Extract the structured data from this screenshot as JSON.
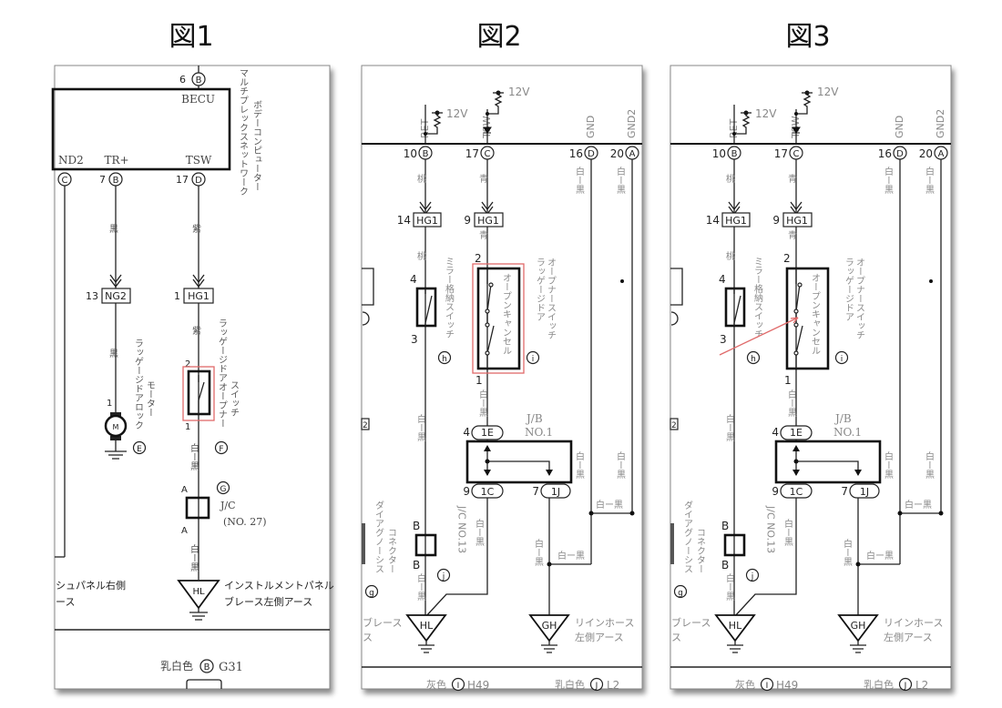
{
  "titles": [
    "図1",
    "図2",
    "図3"
  ],
  "fig1": {
    "pin_top": "6",
    "conn_top": "B",
    "ecu_label": "BECU",
    "term_left": "ND2",
    "term_mid": "TR+",
    "term_right": "TSW",
    "conn_left": "C",
    "pin_mid": "7",
    "conn_mid": "B",
    "pin_right": "17",
    "conn_right": "D",
    "ecu_name1": "マルチプレックスネットワーク",
    "ecu_name2": "ボデーコンピューター",
    "wire_black": "黒",
    "wire_purple": "紫",
    "pin_ng2": "13",
    "conn_ng2": "NG2",
    "pin_hg1": "1",
    "conn_hg1": "HG1",
    "motor_pin": "1",
    "motor_glyph": "M",
    "motor_id": "E",
    "motor_name1": "ラッゲージドアロック",
    "motor_name2": "モーター",
    "switch_pin_top": "2",
    "switch_pin_bottom": "1",
    "switch_id": "F",
    "switch_name1": "ラッゲージドアオープナー",
    "switch_name2": "スイッチ",
    "wire_wb": "白ー黒",
    "jc_id": "G",
    "jc_pin": "A",
    "jc_name1": "J/C",
    "jc_name2": "(NO. 27)",
    "ground_id": "HL",
    "ground_name1": "インストルメントパネル",
    "ground_name2": "ブレース左側アース",
    "left_text1": "シュパネル右側",
    "left_text2": "ース",
    "bottom_color": "乳白色",
    "bottom_conn": "B",
    "bottom_code": "G31"
  },
  "fig2": {
    "term_ret": "RET",
    "term_tsw": "TSW",
    "term_gnd": "GND",
    "term_gnd2": "GND2",
    "supply": "12V",
    "pin_b": "10",
    "conn_b": "B",
    "pin_c": "17",
    "conn_c": "C",
    "pin_d": "16",
    "conn_d": "D",
    "pin_a": "20",
    "conn_a": "A",
    "wire_pink": "桃",
    "wire_blue": "青",
    "wire_wb": "白ー黒",
    "hg1_pin1": "14",
    "hg1_pin2": "9",
    "hg1": "HG1",
    "mirror_pin_top": "4",
    "mirror_pin_bottom": "3",
    "mirror_id": "h",
    "mirror_name": "ミラー格納スイッチ",
    "sw_pin_top": "2",
    "sw_pin_bottom": "1",
    "sw_inner": "オープンキャンセル",
    "sw_id": "i",
    "sw_name1": "ラッゲージドア",
    "sw_name2": "オープナースイッチ",
    "jb_name1": "J/B",
    "jb_name2": "NO.1",
    "jb_pin_in": "4",
    "jb_conn_in": "1E",
    "jb_pin_out1": "9",
    "jb_conn_out1": "1C",
    "jb_pin_out2": "7",
    "jb_conn_out2": "1J",
    "jc_pin": "B",
    "jc_id": "j",
    "jc_name": "J/C NO.13",
    "diag_id": "g",
    "diag_name1": "ダイアグノーシス",
    "diag_name2": "コネクター",
    "ground_hl": "HL",
    "ground_gh": "GH",
    "left_text1": "ブレース",
    "left_text2": "ス",
    "gh_name1": "リインホース",
    "gh_name2": "左側アース",
    "left_box_label": "2",
    "bottom_left": "灰色",
    "bottom_left_conn": "I",
    "bottom_left_code": "H49",
    "bottom_right": "乳白色",
    "bottom_right_conn": "J",
    "bottom_right_code": "L2"
  },
  "fig3": {
    "term_ret": "RET",
    "term_tsw": "TSW",
    "term_gnd": "GND",
    "term_gnd2": "GND2",
    "supply": "12V",
    "pin_b": "10",
    "conn_b": "B",
    "pin_c": "17",
    "conn_c": "C",
    "pin_d": "16",
    "conn_d": "D",
    "pin_a": "20",
    "conn_a": "A",
    "wire_pink": "桃",
    "wire_blue": "青",
    "wire_wb": "白ー黒",
    "hg1_pin1": "14",
    "hg1_pin2": "9",
    "hg1": "HG1",
    "mirror_pin_top": "4",
    "mirror_pin_bottom": "3",
    "mirror_id": "h",
    "mirror_name": "ミラー格納スイッチ",
    "sw_pin_top": "2",
    "sw_pin_bottom": "1",
    "sw_inner": "オープンキャンセル",
    "sw_id": "i",
    "sw_name1": "ラッゲージドア",
    "sw_name2": "オープナースイッチ",
    "jb_name1": "J/B",
    "jb_name2": "NO.1",
    "jb_pin_in": "4",
    "jb_conn_in": "1E",
    "jb_pin_out1": "9",
    "jb_conn_out1": "1C",
    "jb_pin_out2": "7",
    "jb_conn_out2": "1J",
    "jc_pin": "B",
    "jc_id": "j",
    "jc_name": "J/C NO.13",
    "diag_id": "g",
    "diag_name1": "ダイアグノーシス",
    "diag_name2": "コネクター",
    "ground_hl": "HL",
    "ground_gh": "GH",
    "left_text1": "ブレース",
    "left_text2": "ス",
    "gh_name1": "リインホース",
    "gh_name2": "左側アース",
    "left_box_label": "2",
    "bottom_left": "灰色",
    "bottom_left_conn": "I",
    "bottom_left_code": "H49",
    "bottom_right": "乳白色",
    "bottom_right_conn": "J",
    "bottom_right_code": "L2"
  },
  "colors": {
    "highlight": "#e06a6a"
  }
}
